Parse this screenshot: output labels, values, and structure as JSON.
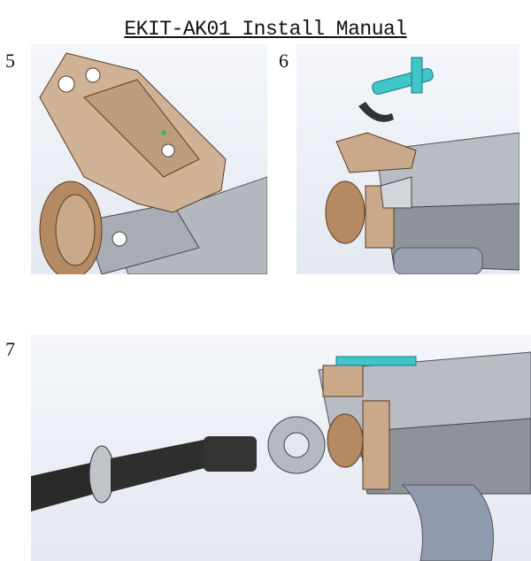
{
  "title": "EKIT-AK01 Install Manual",
  "steps": [
    {
      "number": "5"
    },
    {
      "number": "6"
    },
    {
      "number": "7"
    }
  ],
  "colors": {
    "tan": "#c9a98a",
    "steel": "#a8adb5",
    "teal": "#3fc6c8",
    "dark": "#2a2a2a",
    "green": "#3fb34f"
  }
}
